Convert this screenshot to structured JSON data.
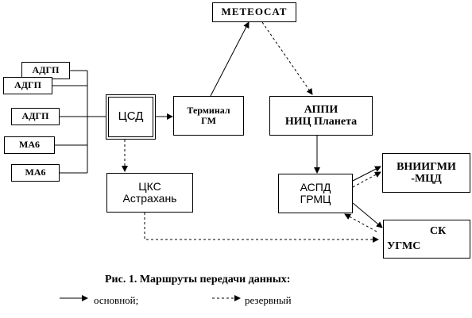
{
  "nodes": {
    "meteosat": "METEOCAT",
    "adgp_1": "АДГП",
    "adgp_2": "АДГП",
    "adgp_3": "АДГП",
    "ma6_1": "МА6",
    "ma6_2": "МА6",
    "csd": "ЦСД",
    "terminal": "Терминал\nГМ",
    "appi": "АППИ\nНИЦ Планета",
    "cks": "ЦКС\nАстрахань",
    "aspd": "АСПД\nГРМЦ",
    "vniigmi": "ВНИИГМИ\n-МЦД",
    "sk_line1": "СК",
    "sk_line2": "УГМС"
  },
  "caption": "Рис. 1. Маршруты передачи данных:",
  "legend": {
    "primary": "основной;",
    "backup": "резервный"
  },
  "colors": {
    "line": "#000000",
    "background": "#ffffff"
  }
}
